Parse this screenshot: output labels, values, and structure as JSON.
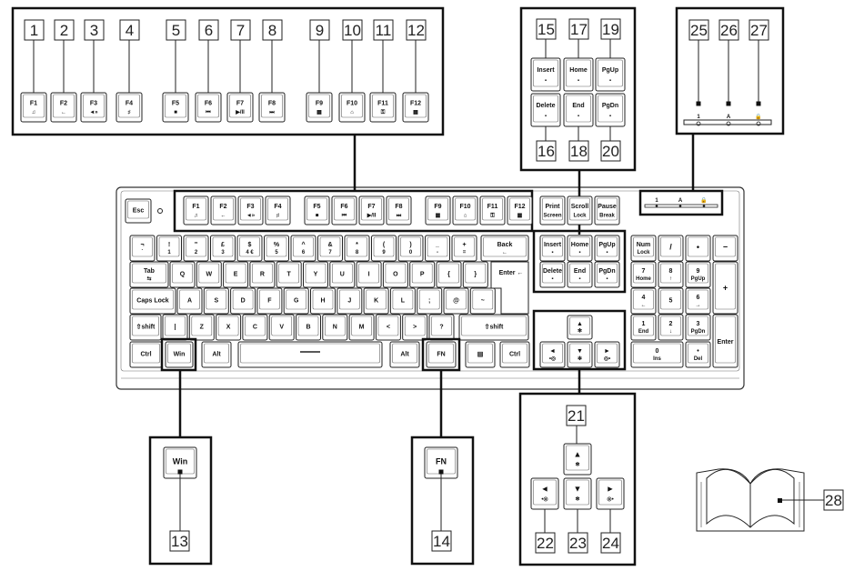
{
  "callouts": [
    "1",
    "2",
    "3",
    "4",
    "5",
    "6",
    "7",
    "8",
    "9",
    "10",
    "11",
    "12",
    "13",
    "14",
    "15",
    "16",
    "17",
    "18",
    "19",
    "20",
    "21",
    "22",
    "23",
    "24",
    "25",
    "26",
    "27",
    "28"
  ],
  "fkeys": [
    "F1",
    "F2",
    "F3",
    "F4",
    "F5",
    "F6",
    "F7",
    "F8",
    "F9",
    "F10",
    "F11",
    "F12"
  ],
  "fkey_sub": [
    "♫",
    "←",
    "◄»",
    "♯",
    "■",
    "⏮",
    "▶/II",
    "⏭",
    "▦",
    "⌂",
    "⚿",
    "▦"
  ],
  "nav_keys": {
    "insert": "Insert",
    "home": "Home",
    "pgup": "PgUp",
    "delete": "Delete",
    "end": "End",
    "pgdn": "PgDn"
  },
  "sys_keys": {
    "print": "Print Screen",
    "scroll": "Scroll Lock",
    "pause": "Pause Break"
  },
  "indicators": [
    "1",
    "A",
    "🔒"
  ],
  "keys": {
    "esc": "Esc",
    "tab": "Tab",
    "caps": "Caps Lock",
    "shift": "⇧shift",
    "ctrl": "Ctrl",
    "win": "Win",
    "alt": "Alt",
    "altgr": "Alt",
    "fn": "FN",
    "menu": "▤",
    "back": "Back",
    "enter": "Enter",
    "num_lock": "Num Lock",
    "num_div": "/",
    "num_mul": "•",
    "num_minus": "−",
    "num_plus": "+",
    "num_enter": "Enter",
    "num_dot": "•",
    "num7": "7",
    "num8": "8",
    "num9": "9",
    "num4": "4",
    "num5": "5",
    "num6": "6",
    "num1": "1",
    "num2": "2",
    "num3": "3",
    "num0": "0",
    "num7s": "Home",
    "num8s": "↑",
    "num9s": "PgUp",
    "num4s": "←",
    "num6s": "→",
    "num1s": "End",
    "num2s": "↓",
    "num3s": "PgDn",
    "num0s": "Ins",
    "num_dots": "Del"
  },
  "row_num": [
    "¬",
    "!",
    "\"",
    "£",
    "$",
    "%",
    "^",
    "&",
    "*",
    "(",
    ")",
    "_",
    "+"
  ],
  "row_num_lo": [
    "`",
    "1",
    "2",
    "3",
    "4 €",
    "5",
    "6",
    "7",
    "8",
    "9",
    "0",
    "-",
    "="
  ],
  "row_q": [
    "Q",
    "W",
    "E",
    "R",
    "T",
    "Y",
    "U",
    "I",
    "O",
    "P",
    "{",
    "}"
  ],
  "row_a": [
    "A",
    "S",
    "D",
    "F",
    "G",
    "H",
    "J",
    "K",
    "L",
    ";",
    "@",
    "~"
  ],
  "row_z": [
    "|",
    "Z",
    "X",
    "C",
    "V",
    "B",
    "N",
    "M",
    "<",
    ">",
    "?"
  ],
  "arrows": [
    "▲",
    "◄",
    "▼",
    "►"
  ],
  "detail_win": "Win",
  "detail_fn": "FN"
}
